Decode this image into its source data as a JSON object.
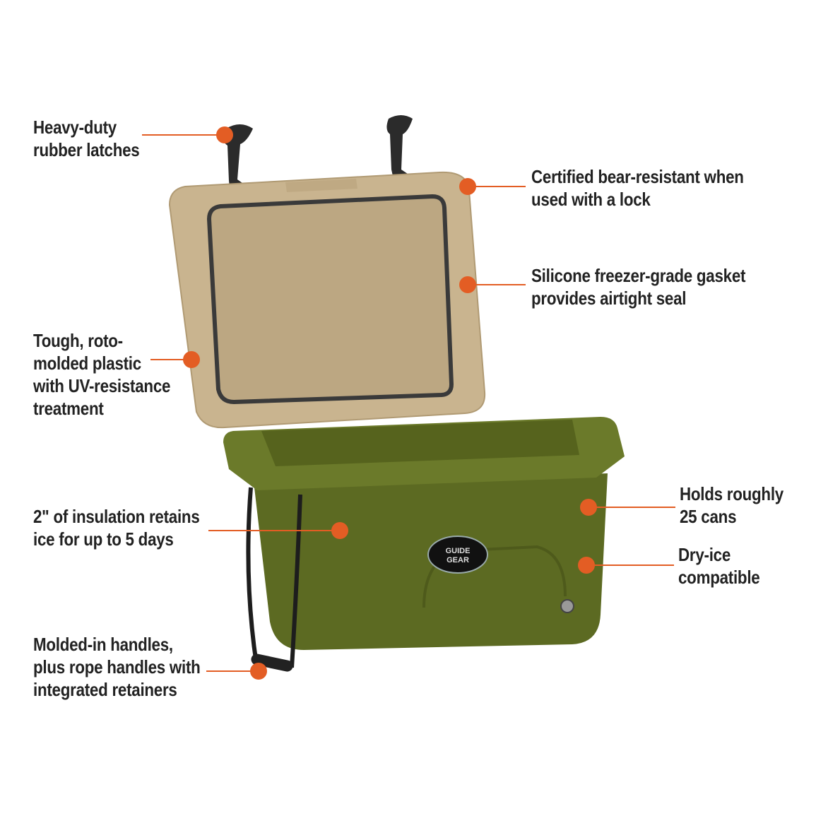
{
  "product": {
    "name": "cooler",
    "brand_badge": "GUIDE GEAR",
    "colors": {
      "lid": "#c9b48f",
      "body": "#5c6a22",
      "accent": "#e35d24",
      "text": "#222222"
    }
  },
  "callouts": [
    {
      "id": "latches",
      "lines": [
        "Heavy-duty",
        "rubber latches"
      ]
    },
    {
      "id": "bear",
      "lines": [
        "Certified bear-resistant when",
        "used with a lock"
      ]
    },
    {
      "id": "gasket",
      "lines": [
        "Silicone freezer-grade gasket",
        "provides airtight seal"
      ]
    },
    {
      "id": "plastic",
      "lines": [
        "Tough, roto-",
        "molded plastic",
        "with UV-resistance",
        "treatment"
      ]
    },
    {
      "id": "insulation",
      "lines": [
        "2\" of insulation retains",
        "ice for up to 5 days"
      ]
    },
    {
      "id": "cans",
      "lines": [
        "Holds roughly",
        "25 cans"
      ]
    },
    {
      "id": "dryice",
      "lines": [
        "Dry-ice",
        "compatible"
      ]
    },
    {
      "id": "handles",
      "lines": [
        "Molded-in handles,",
        "plus rope handles with",
        "integrated retainers"
      ]
    }
  ]
}
